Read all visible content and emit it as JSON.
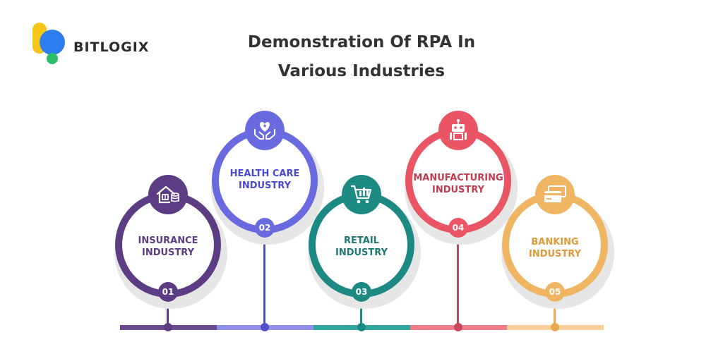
{
  "brand": {
    "name": "BITLOGIX"
  },
  "title": {
    "line1": "Demonstration Of RPA In",
    "line2": "Various Industries"
  },
  "colors": {
    "insurance": "#5c3d84",
    "healthcare": "#6a6ae0",
    "retail": "#1c8a82",
    "manufacturing": "#ea5566",
    "banking": "#efb563"
  },
  "items": [
    {
      "number": "01",
      "line1": "INSURANCE",
      "line2": "INDUSTRY",
      "icon": "house-coins-icon"
    },
    {
      "number": "02",
      "line1": "HEALTH CARE",
      "line2": "INDUSTRY",
      "icon": "heart-hands-icon"
    },
    {
      "number": "03",
      "line1": "RETAIL",
      "line2": "INDUSTRY",
      "icon": "shopping-cart-icon"
    },
    {
      "number": "04",
      "line1": "MANUFACTURING",
      "line2": "INDUSTRY",
      "icon": "robot-icon"
    },
    {
      "number": "05",
      "line1": "BANKING",
      "line2": "INDUSTRY",
      "icon": "credit-card-icon"
    }
  ]
}
